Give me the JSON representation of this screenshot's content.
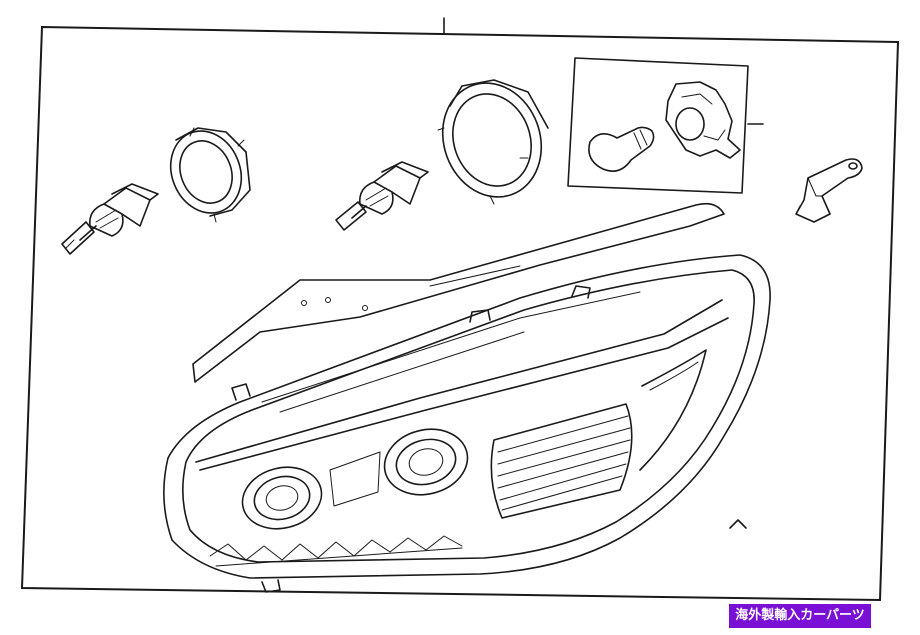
{
  "diagram": {
    "parts": [
      "bulb-left",
      "socket-ring-left",
      "bulb-center",
      "lens-ring",
      "side-marker-bulb",
      "side-marker-socket",
      "mounting-bracket",
      "trim-strip",
      "headlamp-assembly"
    ]
  },
  "watermark": {
    "text": "海外製輸入カーパーツ",
    "background": "#7a0fd6",
    "color": "#ffffff"
  }
}
